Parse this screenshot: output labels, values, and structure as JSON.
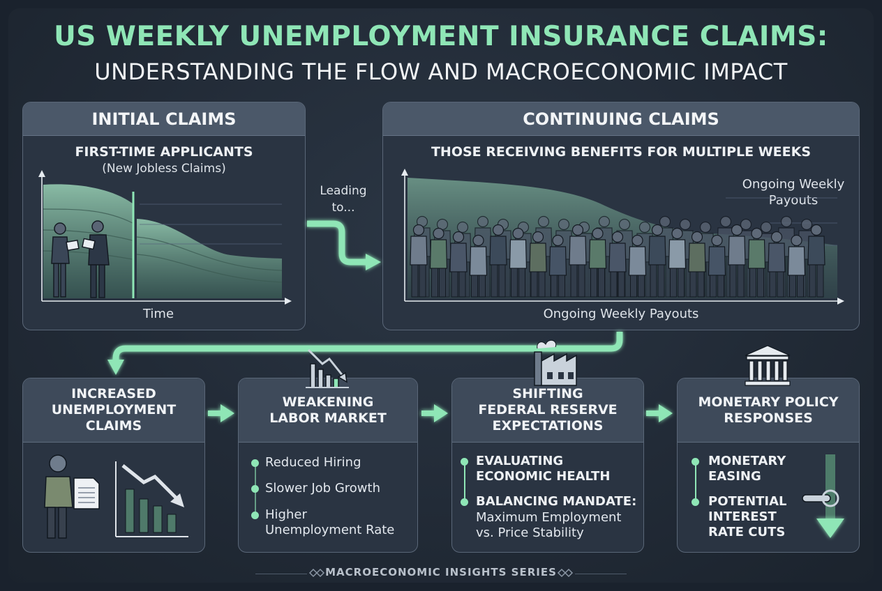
{
  "title": "US WEEKLY UNEMPLOYMENT INSURANCE CLAIMS:",
  "subtitle": "UNDERSTANDING THE FLOW AND MACROECONOMIC IMPACT",
  "initial_panel": {
    "header": "INITIAL CLAIMS",
    "heading": "FIRST-TIME APPLICANTS",
    "subheading": "(New Jobless Claims)",
    "axis_label": "Time"
  },
  "connector_label": "Leading to...",
  "continuing_panel": {
    "header": "CONTINUING CLAIMS",
    "heading": "THOSE RECEIVING BENEFITS FOR MULTIPLE WEEKS",
    "callout": "Ongoing Weekly Payouts",
    "axis_label": "Ongoing Weekly Payouts"
  },
  "cards": [
    {
      "title_lines": [
        "INCREASED",
        "UNEMPLOYMENT",
        "CLAIMS"
      ],
      "icon": "worker-document-declining-chart-icon"
    },
    {
      "title_lines": [
        "WEAKENING",
        "LABOR MARKET"
      ],
      "icon": "declining-bar-chart-icon",
      "bullets": [
        "Reduced Hiring",
        "Slower Job Growth",
        "Higher Unemployment Rate"
      ]
    },
    {
      "title_lines": [
        "SHIFTING",
        "FEDERAL RESERVE",
        "EXPECTATIONS"
      ],
      "icon": "factory-icon",
      "bullets": [
        {
          "title": "EVALUATING ECONOMIC HEALTH"
        },
        {
          "title": "BALANCING MANDATE:",
          "detail": "Maximum Employment vs. Price Stability"
        }
      ]
    },
    {
      "title_lines": [
        "MONETARY POLICY",
        "RESPONSES"
      ],
      "icon": "bank-building-icon",
      "bullets": [
        "MONETARY EASING",
        "POTENTIAL INTEREST RATE CUTS"
      ]
    }
  ],
  "footer": "MACROECONOMIC INSIGHTS SERIES",
  "colors": {
    "accent": "#8fe6b6",
    "background": "#1a222d",
    "panel": "#2a3442",
    "panel_header": "#4b5869"
  }
}
